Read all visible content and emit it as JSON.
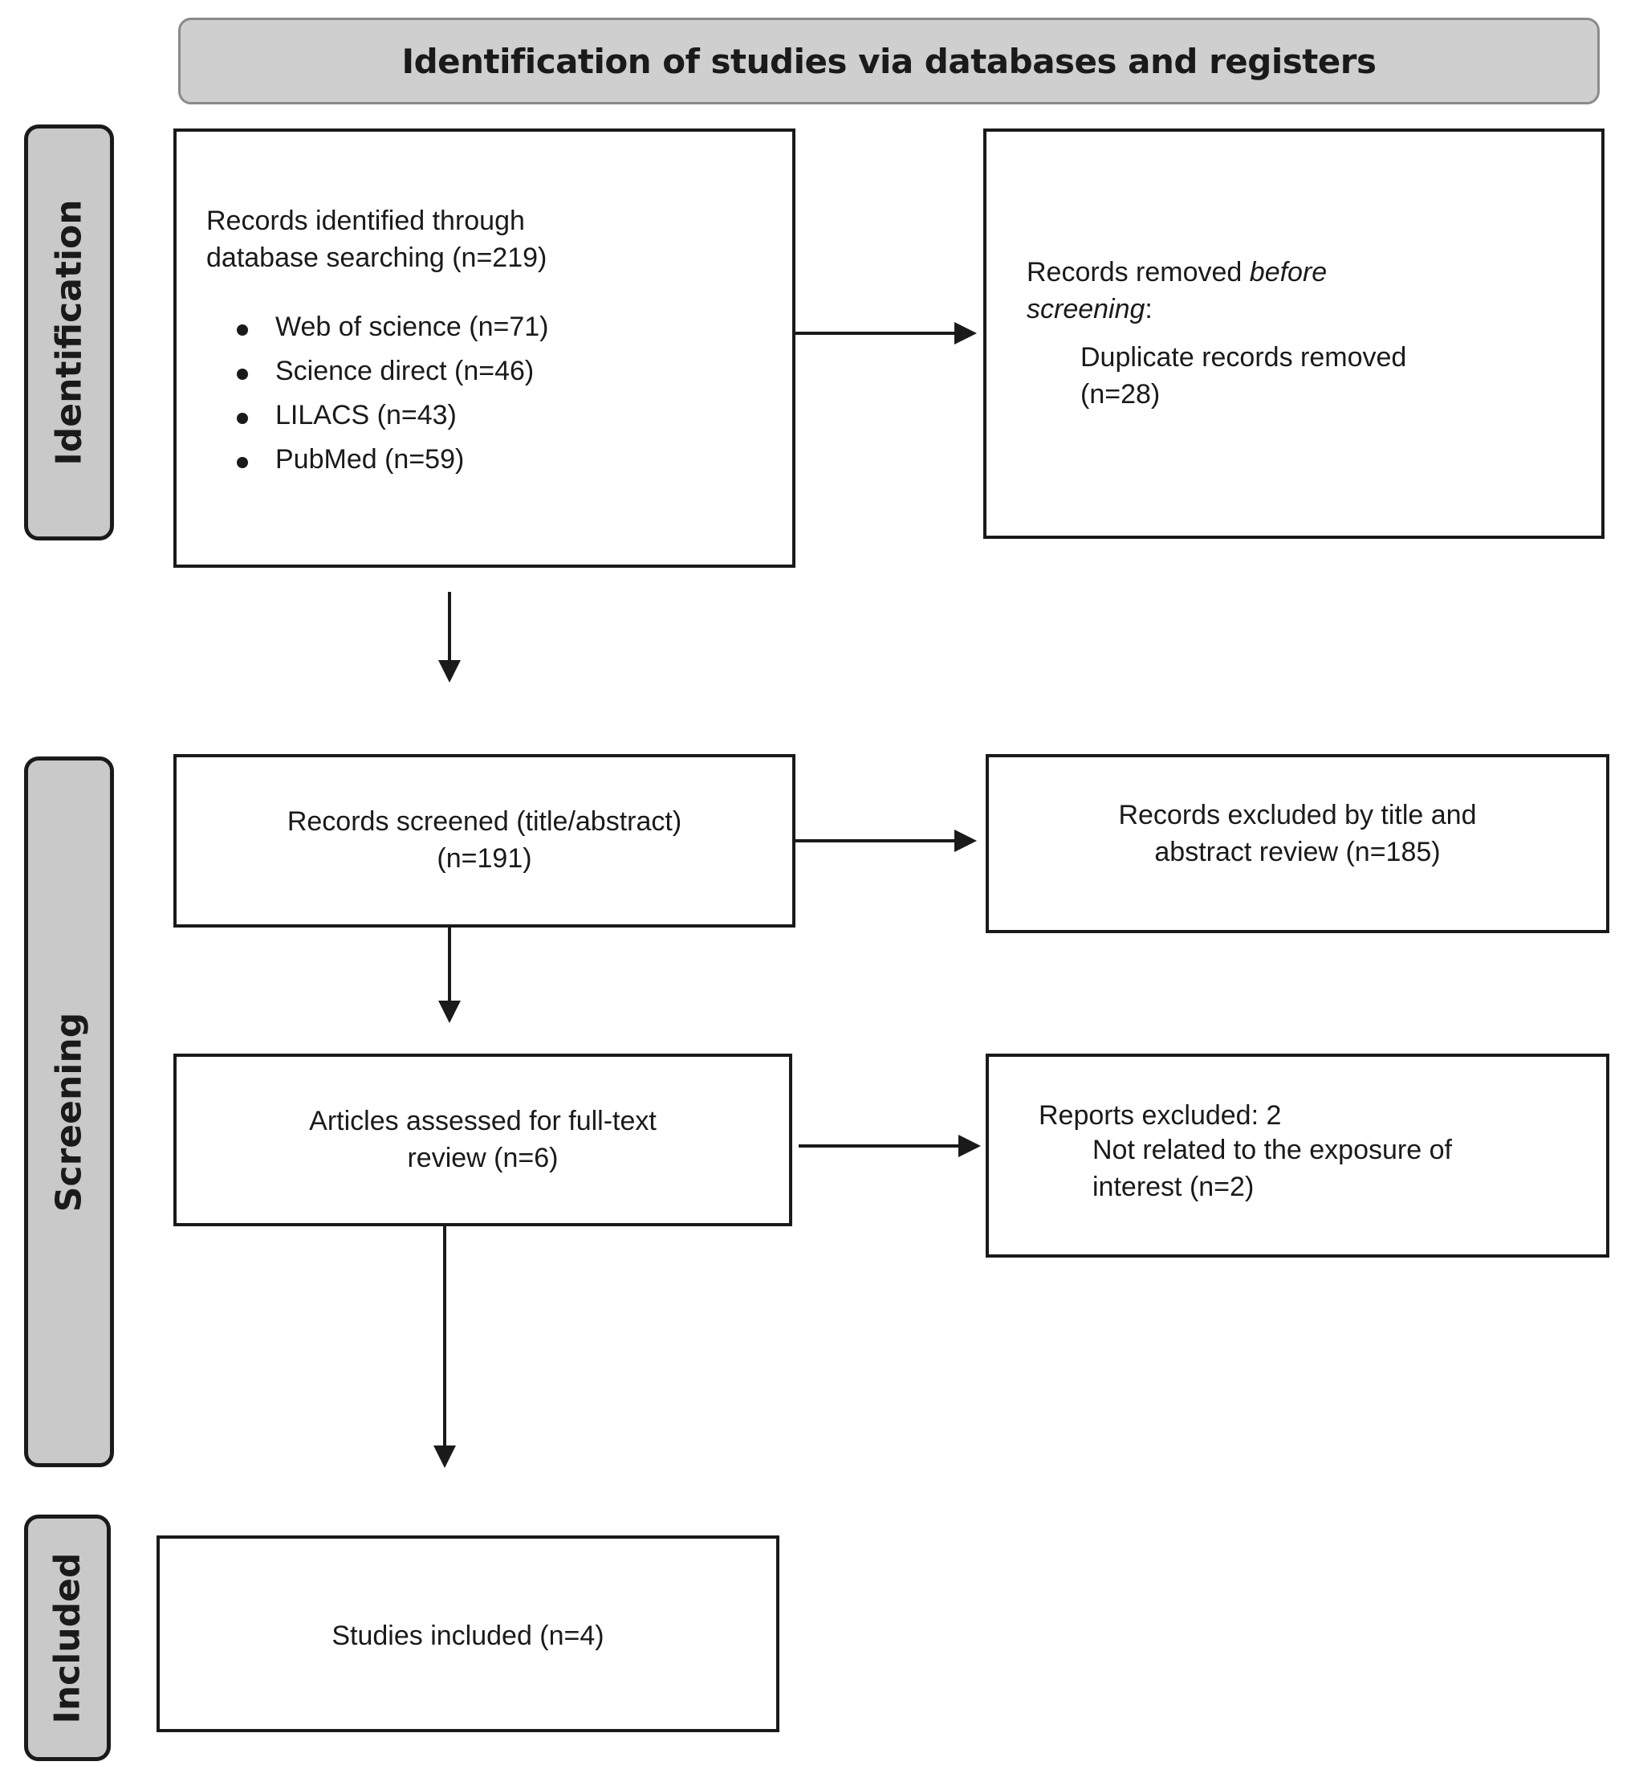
{
  "header": {
    "title": "Identification of studies via databases and registers"
  },
  "phases": {
    "identification": "Identification",
    "screening": "Screening",
    "included": "Included"
  },
  "identified": {
    "line1": "Records identified through",
    "line2": "database searching (n=219)",
    "sources": [
      "Web of science (n=71)",
      "Science direct (n=46)",
      "LILACS (n=43)",
      "PubMed (n=59)"
    ]
  },
  "removed": {
    "prefix": "Records removed ",
    "italic1": "before",
    "italic2": "screening",
    "suffix": ":",
    "detail_line1": "Duplicate records removed",
    "detail_line2": "(n=28)"
  },
  "screened": {
    "line1": "Records screened (title/abstract)",
    "line2": "(n=191)"
  },
  "excluded_title_abstract": {
    "line1": "Records excluded by title and",
    "line2": "abstract review (n=185)"
  },
  "fulltext": {
    "line1": "Articles assessed for full-text",
    "line2": "review (n=6)"
  },
  "reports_excluded": {
    "line1": "Reports excluded: 2",
    "line2": "Not related to the exposure of",
    "line3": "interest (n=2)"
  },
  "included": {
    "label": "Studies included (n=4)"
  }
}
